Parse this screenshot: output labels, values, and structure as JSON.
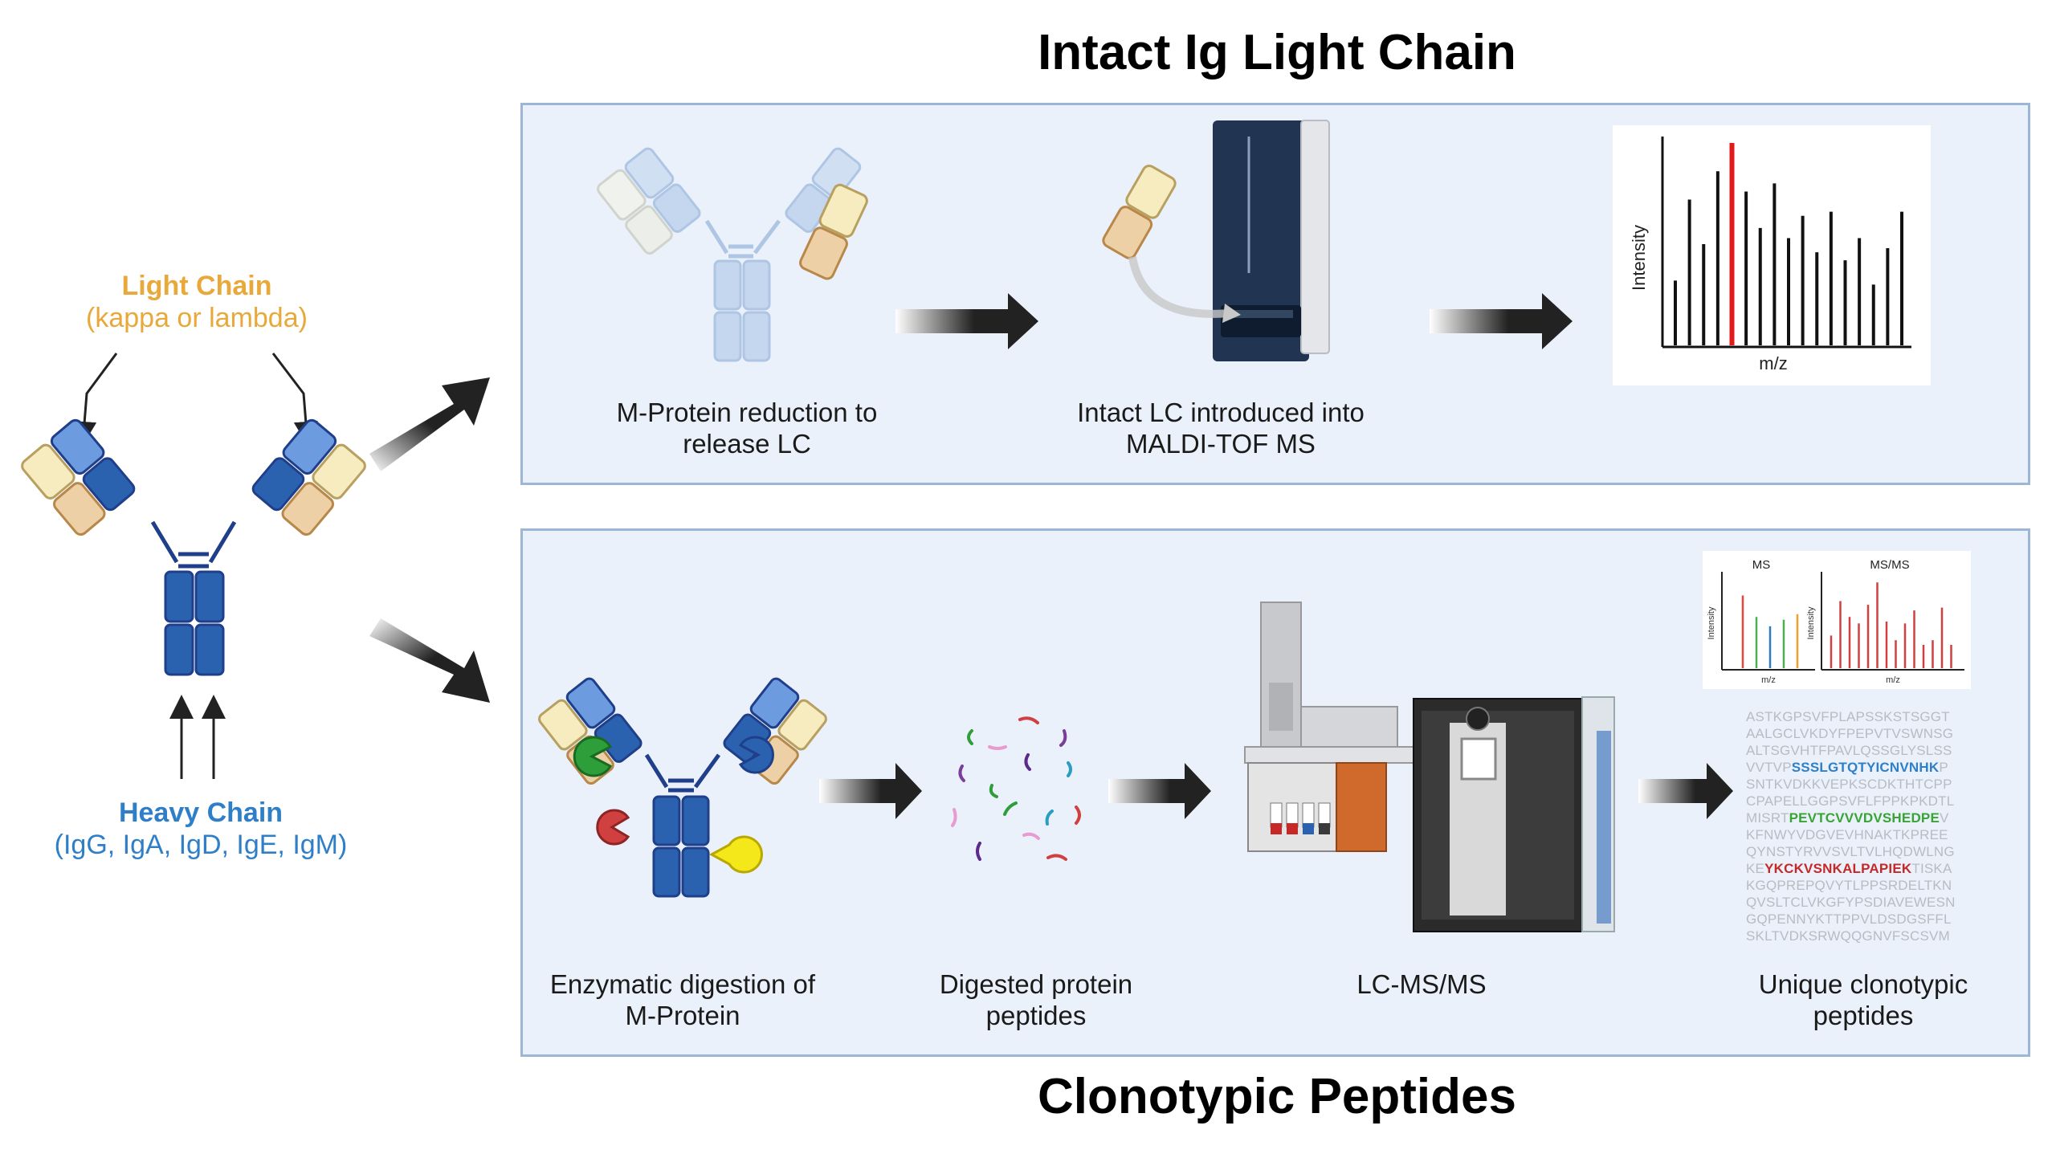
{
  "titles": {
    "top": "Intact Ig Light Chain",
    "bottom": "Clonotypic Peptides"
  },
  "left": {
    "light_chain_title": "Light Chain",
    "light_chain_sub": "(kappa or lambda)",
    "heavy_chain_title": "Heavy Chain",
    "heavy_chain_sub": "(IgG, IgA, IgD, IgE, IgM)"
  },
  "top_panel": {
    "step1": [
      "M-Protein reduction to",
      "release LC"
    ],
    "step2": [
      "Intact LC introduced into",
      "MALDI-TOF MS"
    ],
    "spectrum": {
      "ylabel": "Intensity",
      "xlabel": "m/z",
      "peak_heights": [
        0.32,
        0.72,
        0.5,
        0.86,
        1.0,
        0.76,
        0.58,
        0.8,
        0.53,
        0.64,
        0.46,
        0.66,
        0.42,
        0.53,
        0.3,
        0.48,
        0.66
      ],
      "highlight_index": 4,
      "highlight_color": "#e31a1c",
      "peak_color": "#111111"
    }
  },
  "bottom_panel": {
    "step1": [
      "Enzymatic digestion of",
      "M-Protein"
    ],
    "step2": [
      "Digested protein",
      "peptides"
    ],
    "step3": [
      "LC-MS/MS"
    ],
    "step4": [
      "Unique clonotypic",
      "peptides"
    ],
    "ms": {
      "ms_title": "MS",
      "msms_title": "MS/MS",
      "ylabel": "Intensity",
      "xlabel": "m/z",
      "ms_peaks": [
        {
          "h": 0.78,
          "c": "#e8453c"
        },
        {
          "h": 0.55,
          "c": "#4caf50"
        },
        {
          "h": 0.45,
          "c": "#2b7bbd"
        },
        {
          "h": 0.52,
          "c": "#4caf50"
        },
        {
          "h": 0.58,
          "c": "#f0a030"
        }
      ],
      "msms_peaks": [
        0.35,
        0.72,
        0.55,
        0.48,
        0.68,
        0.92,
        0.5,
        0.3,
        0.48,
        0.62,
        0.25,
        0.3,
        0.65,
        0.25
      ]
    },
    "sequence": [
      {
        "pre": "ASTKGPSVFPLAPSSKSTSGGT",
        "hl": "",
        "post": "",
        "color": ""
      },
      {
        "pre": "AALGCLVKDYFPEPVTVSWNSG",
        "hl": "",
        "post": "",
        "color": ""
      },
      {
        "pre": "ALTSGVHTFPAVLQSSGLYSLSS",
        "hl": "",
        "post": "",
        "color": ""
      },
      {
        "pre": "VVTVP",
        "hl": "SSSLGTQTYICNVNHK",
        "post": "P",
        "color": "#2f7fc8"
      },
      {
        "pre": "SNTKVDKKVEPKSCDKTHTCPP",
        "hl": "",
        "post": "",
        "color": ""
      },
      {
        "pre": "CPAPELLGGPSVFLFPPKPKDTL",
        "hl": "",
        "post": "",
        "color": ""
      },
      {
        "pre": "MISRT",
        "hl": "PEVTCVVVDVSHEDPE",
        "post": "V",
        "color": "#3aa335"
      },
      {
        "pre": "KFNWYVDGVEVHNAKTKPREE",
        "hl": "",
        "post": "",
        "color": ""
      },
      {
        "pre": "QYNSTYRVVSVLTVLHQDWLNG",
        "hl": "",
        "post": "",
        "color": ""
      },
      {
        "pre": "KE",
        "hl": "YKCKVSNKALPAPIEK",
        "post": "TISKA",
        "color": "#c62828"
      },
      {
        "pre": "KGQPREPQVYTLPPSRDELTKN",
        "hl": "",
        "post": "",
        "color": ""
      },
      {
        "pre": "QVSLTCLVKGFYPSDIAVEWESN",
        "hl": "",
        "post": "",
        "color": ""
      },
      {
        "pre": "GQPENNYKTTPPVLDSDGSFFL",
        "hl": "",
        "post": "",
        "color": ""
      },
      {
        "pre": "SKLTVDKSRWQQGNVFSCSVM",
        "hl": "",
        "post": "",
        "color": ""
      }
    ]
  },
  "colors": {
    "light_chain_text": "#e8a93a",
    "heavy_chain_text": "#2f7fc8",
    "panel_bg": "#eaf1fa",
    "panel_border": "#9db6d3",
    "heavy_dark": "#2a62b0",
    "heavy_light": "#6d9be0",
    "light_pale": "#f6ecc0",
    "light_tan": "#edd0a5"
  }
}
